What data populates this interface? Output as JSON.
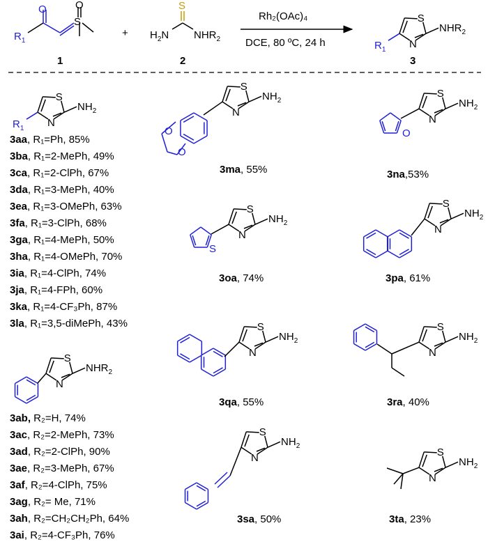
{
  "scheme": {
    "reagent_line1": "Rh₂(OAc)₄",
    "reagent_line2": "DCE, 80 ºC, 24 h",
    "plus": "+",
    "cmpd1_num": "1",
    "cmpd2_num": "2",
    "cmpd3_num": "3"
  },
  "atoms": {
    "O": "O",
    "S": "S",
    "N": "N",
    "NH2": "NH",
    "NH2_sub": "2",
    "H2N_H": "H",
    "H2N_sub": "2",
    "H2N_N": "N",
    "NHR2": "NHR",
    "R_sub": "2",
    "R1": "R",
    "R1_sub": "1"
  },
  "list_a": [
    {
      "id": "3aa",
      "text": ", R₁=Ph, 85%"
    },
    {
      "id": "3ba",
      "text": ", R₁=2-MePh, 49%"
    },
    {
      "id": "3ca",
      "text": ", R₁=2-ClPh, 67%"
    },
    {
      "id": "3da",
      "text": ", R₁=3-MePh, 40%"
    },
    {
      "id": "3ea",
      "text": ", R₁=3-OMePh, 63%"
    },
    {
      "id": "3fa",
      "text": ", R₁=3-ClPh, 68%"
    },
    {
      "id": "3ga",
      "text": ", R₁=4-MePh, 50%"
    },
    {
      "id": "3ha",
      "text": ", R₁=4-OMePh, 70%"
    },
    {
      "id": "3ia",
      "text": ", R₁=4-ClPh, 74%"
    },
    {
      "id": "3ja",
      "text": ", R₁=4-FPh, 60%"
    },
    {
      "id": "3ka",
      "text": ", R₁=4-CF₃Ph, 87%"
    },
    {
      "id": "3la",
      "text": ", R₁=3,5-diMePh, 43%"
    }
  ],
  "list_b": [
    {
      "id": "3ab,",
      "text": " R₂=H, 74%"
    },
    {
      "id": "3ac",
      "text": ", R₂=2-MePh, 73%"
    },
    {
      "id": "3ad",
      "text": ", R₂=2-ClPh, 90%"
    },
    {
      "id": "3ae",
      "text": ", R₂=3-MePh, 67%"
    },
    {
      "id": "3af",
      "text": ", R₂=4-ClPh, 75%"
    },
    {
      "id": "3ag",
      "text": ", R₂= Me, 71%"
    },
    {
      "id": "3ah",
      "text": ", R₂=CH₂CH₂Ph, 64%"
    },
    {
      "id": "3ai",
      "text": ", R₂=4-CF₃Ph, 76%"
    }
  ],
  "products": [
    {
      "id": "3ma",
      "text": ", 55%"
    },
    {
      "id": "3na",
      "text": ",53%"
    },
    {
      "id": "3oa",
      "text": ", 74%"
    },
    {
      "id": "3pa",
      "text": ", 61%"
    },
    {
      "id": "3qa",
      "text": ", 55%"
    },
    {
      "id": "3ra",
      "text": ", 40%"
    },
    {
      "id": "3sa",
      "text": ", 50%"
    },
    {
      "id": "3ta",
      "text": ", 23%"
    }
  ],
  "colors": {
    "ink": "#000000",
    "blue": "#1f1fd6",
    "bg": "#ffffff"
  }
}
